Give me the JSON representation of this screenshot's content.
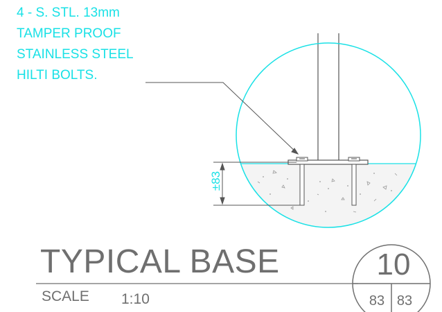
{
  "note": {
    "lines": [
      "4 - S. STL. 13mm",
      "TAMPER PROOF",
      "STAINLESS STEEL",
      "HILTI BOLTS."
    ]
  },
  "dimension": {
    "label": "±83"
  },
  "title_block": {
    "title": "TYPICAL BASE",
    "scale_label": "SCALE",
    "scale_value": "1:10",
    "detail_number": "10",
    "sheet_ref_left": "83",
    "sheet_ref_right": "83"
  },
  "colors": {
    "annotation": "#19e1e6",
    "title_text": "#6f6f6f",
    "linework": "#555555",
    "concrete": "#f4f4f4"
  }
}
